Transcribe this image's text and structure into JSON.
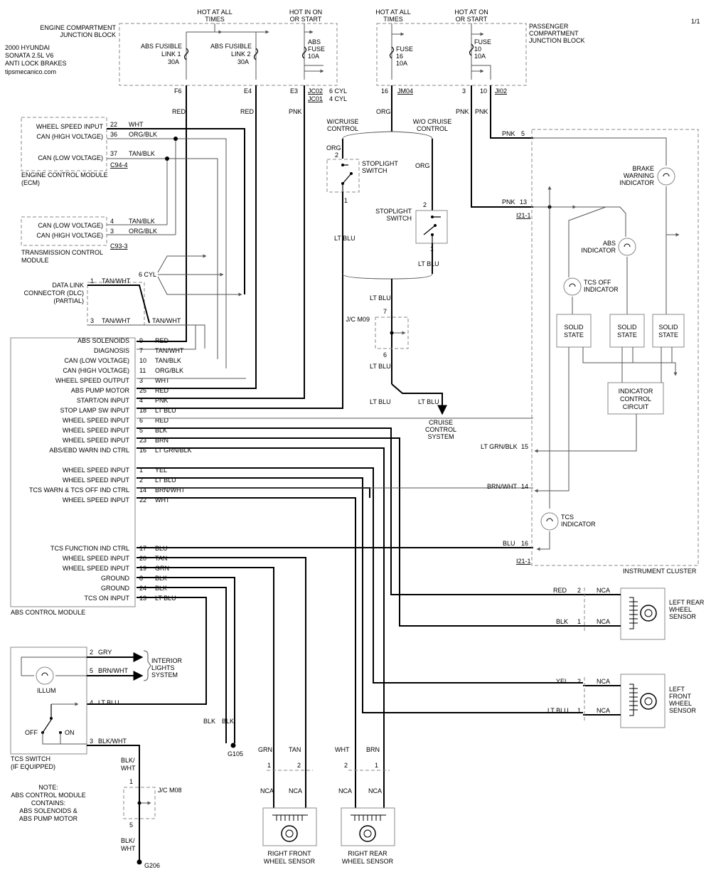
{
  "page_number": "1/1",
  "title_block": {
    "line1": "2000 HYUNDAI",
    "line2": "SONATA  2.5L  V6",
    "line3": "ANTI LOCK BRAKES",
    "site": "tipsmecanico.com"
  },
  "engine_jb": {
    "label_1": "ENGINE COMPARTMENT",
    "label_2": "JUNCTION BLOCK",
    "hot_all_1": "HOT AT ALL",
    "hot_all_2": "TIMES",
    "hot_on_1": "HOT IN ON",
    "hot_on_2": "OR START",
    "link1_1": "ABS FUSIBLE",
    "link1_2": "LINK 1",
    "link1_3": "30A",
    "link2_1": "ABS FUSIBLE",
    "link2_2": "LINK 2",
    "link2_3": "30A",
    "fuse_1": "ABS",
    "fuse_2": "FUSE",
    "fuse_3": "10A",
    "pin_f6": "F6",
    "pin_e4": "E4",
    "pin_e3": "E3",
    "conn_1": "JC02",
    "conn_1_desc": "6 CYL",
    "conn_2": "JC01",
    "conn_2_desc": "4 CYL"
  },
  "pass_jb": {
    "label_1": "PASSENGER",
    "label_2": "COMPARTMENT",
    "label_3": "JUNCTION BLOCK",
    "hot_all_1": "HOT AT ALL",
    "hot_all_2": "TIMES",
    "hot_on_1": "HOT AT ON",
    "hot_on_2": "OR START",
    "fuse16_1": "FUSE",
    "fuse16_2": "16",
    "fuse16_3": "10A",
    "fuse10_1": "FUSE",
    "fuse10_2": "10",
    "fuse10_3": "10A",
    "pin16": "16",
    "conn_jm04": "JM04",
    "pin3": "3",
    "pin10": "10",
    "conn_ji02": "JI02"
  },
  "wire_colors": {
    "red1": "RED",
    "red2": "RED",
    "pnk": "PNK",
    "org": "ORG",
    "pnk2": "PNK",
    "pnk3": "PNK",
    "org2": "ORG",
    "org3": "ORG",
    "ltblu1": "LT BLU",
    "ltblu2": "LT BLU",
    "ltblu3": "LT BLU",
    "ltblu4": "LT BLU",
    "ltblu5": "LT BLU",
    "ltblu6": "LT BLU",
    "pnk5": "PNK",
    "pnk13": "PNK"
  },
  "ecm": {
    "r1": "WHEEL SPEED INPUT",
    "r1_pin": "22",
    "r1_col": "WHT",
    "r2": "CAN (HIGH VOLTAGE)",
    "r2_pin": "36",
    "r2_col": "ORG/BLK",
    "r3": "CAN (LOW VOLTAGE)",
    "r3_pin": "37",
    "r3_col": "TAN/BLK",
    "conn": "C94-4",
    "label_1": "ENGINE CONTROL MODULE",
    "label_2": "(ECM)"
  },
  "tcm": {
    "r1": "CAN (LOW VOLTAGE)",
    "r1_pin": "4",
    "r1_col": "TAN/BLK",
    "r2": "CAN (HIGH VOLTAGE)",
    "r2_pin": "3",
    "r2_col": "ORG/BLK",
    "conn": "C93-3",
    "label_1": "TRANSMISSION CONTROL",
    "label_2": "MODULE"
  },
  "six_cyl": "6 CYL",
  "dlc": {
    "l1": "DATA LINK",
    "l2": "CONNECTOR (DLC)",
    "l3": "(PARTIAL)",
    "p1": "1",
    "p1_col": "TAN/WHT",
    "p3": "3",
    "p3_col": "TAN/WHT",
    "out_col": "TAN/WHT"
  },
  "stoplight": {
    "wcruise_1": "W/CRUISE",
    "wcruise_2": "CONTROL",
    "wocruise_1": "W/O CRUISE",
    "wocruise_2": "CONTROL",
    "sw1_l1": "STOPLIGHT",
    "sw1_l2": "SWITCH",
    "sw1_p2": "2",
    "sw1_p1": "1",
    "sw2_l1": "STOPLIGHT",
    "sw2_l2": "SWITCH",
    "sw2_p2": "2",
    "sw2_p1": "1",
    "jc_m09": "J/C M09",
    "jc_p7": "7",
    "jc_p6": "6",
    "cruise_1": "CRUISE",
    "cruise_2": "CONTROL",
    "cruise_3": "SYSTEM"
  },
  "abs_rows": [
    {
      "name": "ABS SOLENOIDS",
      "pin": "9",
      "color": "RED"
    },
    {
      "name": "DIAGNOSIS",
      "pin": "7",
      "color": "TAN/WHT"
    },
    {
      "name": "CAN (LOW VOLTAGE)",
      "pin": "10",
      "color": "TAN/BLK"
    },
    {
      "name": "CAN (HIGH VOLTAGE)",
      "pin": "11",
      "color": "ORG/BLK"
    },
    {
      "name": "WHEEL SPEED OUTPUT",
      "pin": "3",
      "color": "WHT"
    },
    {
      "name": "ABS PUMP MOTOR",
      "pin": "25",
      "color": "RED"
    },
    {
      "name": "START/ON INPUT",
      "pin": "4",
      "color": "PNK"
    },
    {
      "name": "STOP LAMP SW INPUT",
      "pin": "18",
      "color": "LT BLU"
    },
    {
      "name": "WHEEL SPEED INPUT",
      "pin": "6",
      "color": "RED"
    },
    {
      "name": "WHEEL SPEED INPUT",
      "pin": "5",
      "color": "BLK"
    },
    {
      "name": "WHEEL SPEED INPUT",
      "pin": "23",
      "color": "BRN"
    },
    {
      "name": "ABS/EBD WARN IND CTRL",
      "pin": "16",
      "color": "LT GRN/BLK"
    },
    {
      "name": "WHEEL SPEED INPUT",
      "pin": "1",
      "color": "YEL"
    },
    {
      "name": "WHEEL SPEED INPUT",
      "pin": "2",
      "color": "LT BLU"
    },
    {
      "name": "TCS WARN & TCS OFF IND CTRL",
      "pin": "14",
      "color": "BRN/WHT"
    },
    {
      "name": "WHEEL SPEED INPUT",
      "pin": "22",
      "color": "WHT"
    },
    {
      "name": "TCS FUNCTION IND CTRL",
      "pin": "17",
      "color": "BLU"
    },
    {
      "name": "WHEEL SPEED INPUT",
      "pin": "20",
      "color": "TAN"
    },
    {
      "name": "WHEEL SPEED INPUT",
      "pin": "19",
      "color": "GRN"
    },
    {
      "name": "GROUND",
      "pin": "8",
      "color": "BLK"
    },
    {
      "name": "GROUND",
      "pin": "24",
      "color": "BLK"
    },
    {
      "name": "TCS ON INPUT",
      "pin": "13",
      "color": "LT BLU"
    }
  ],
  "abs_module_label": "ABS CONTROL MODULE",
  "cluster": {
    "label": "INSTRUMENT CLUSTER",
    "conn_top": "I21-1",
    "conn_bot": "I21-1",
    "brake_1": "BRAKE",
    "brake_2": "WARNING",
    "brake_3": "INDICATOR",
    "abs_1": "ABS",
    "abs_2": "INDICATOR",
    "tcsoff_1": "TCS OFF",
    "tcsoff_2": "INDICATOR",
    "tcs_1": "TCS",
    "tcs_2": "INDICATOR",
    "ss1_1": "SOLID",
    "ss1_2": "STATE",
    "ss2_1": "SOLID",
    "ss2_2": "STATE",
    "ss3_1": "SOLID",
    "ss3_2": "STATE",
    "icc_1": "INDICATOR",
    "icc_2": "CONTROL",
    "icc_3": "CIRCUIT",
    "p15_col": "LT GRN/BLK",
    "p15": "15",
    "p14_col": "BRN/WHT",
    "p14": "14",
    "p16_col": "BLU",
    "p16": "16"
  },
  "sensors": {
    "lr_1": "LEFT REAR",
    "lr_2": "WHEEL",
    "lr_3": "SENSOR",
    "lr_p2_col": "RED",
    "lr_p2": "2",
    "lr_p1_col": "BLK",
    "lr_p1": "1",
    "lf_1": "LEFT",
    "lf_2": "FRONT",
    "lf_3": "WHEEL",
    "lf_4": "SENSOR",
    "lf_p2_col": "YEL",
    "lf_p2": "2",
    "lf_p1_col": "LT BLU",
    "lf_p1": "1",
    "rf_1": "RIGHT FRONT",
    "rf_2": "WHEEL SENSOR",
    "rf_c1": "GRN",
    "rf_c2": "TAN",
    "rf_p1": "1",
    "rf_p2": "2",
    "rr_1": "RIGHT REAR",
    "rr_2": "WHEEL SENSOR",
    "rr_c1": "WHT",
    "rr_c2": "BRN",
    "rr_p2": "2",
    "rr_p1": "1",
    "nca": "NCA"
  },
  "tcs_switch": {
    "p2": "2",
    "p2_col": "GRY",
    "p5": "5",
    "p5_col": "BRN/WHT",
    "illum": "ILLUM",
    "interior_1": "INTERIOR",
    "interior_2": "LIGHTS",
    "interior_3": "SYSTEM",
    "p4": "4",
    "p4_col": "LT BLU",
    "off": "OFF",
    "on": "ON",
    "p3": "3",
    "p3_col": "BLK/WHT",
    "label_1": "TCS SWITCH",
    "label_2": "(IF EQUIPPED)"
  },
  "grounds": {
    "blk1": "BLK",
    "blk2": "BLK",
    "g105": "G105",
    "bw1": "BLK/",
    "bw2": "WHT",
    "jc_m08": "J/C M08",
    "p1": "1",
    "p5": "5",
    "bw3": "BLK/",
    "bw4": "WHT",
    "g206": "G206"
  },
  "note": {
    "l1": "NOTE:",
    "l2": "ABS CONTROL MODULE",
    "l3": "CONTAINS:",
    "l4": "ABS SOLENOIDS &",
    "l5": "ABS PUMP MOTOR"
  }
}
